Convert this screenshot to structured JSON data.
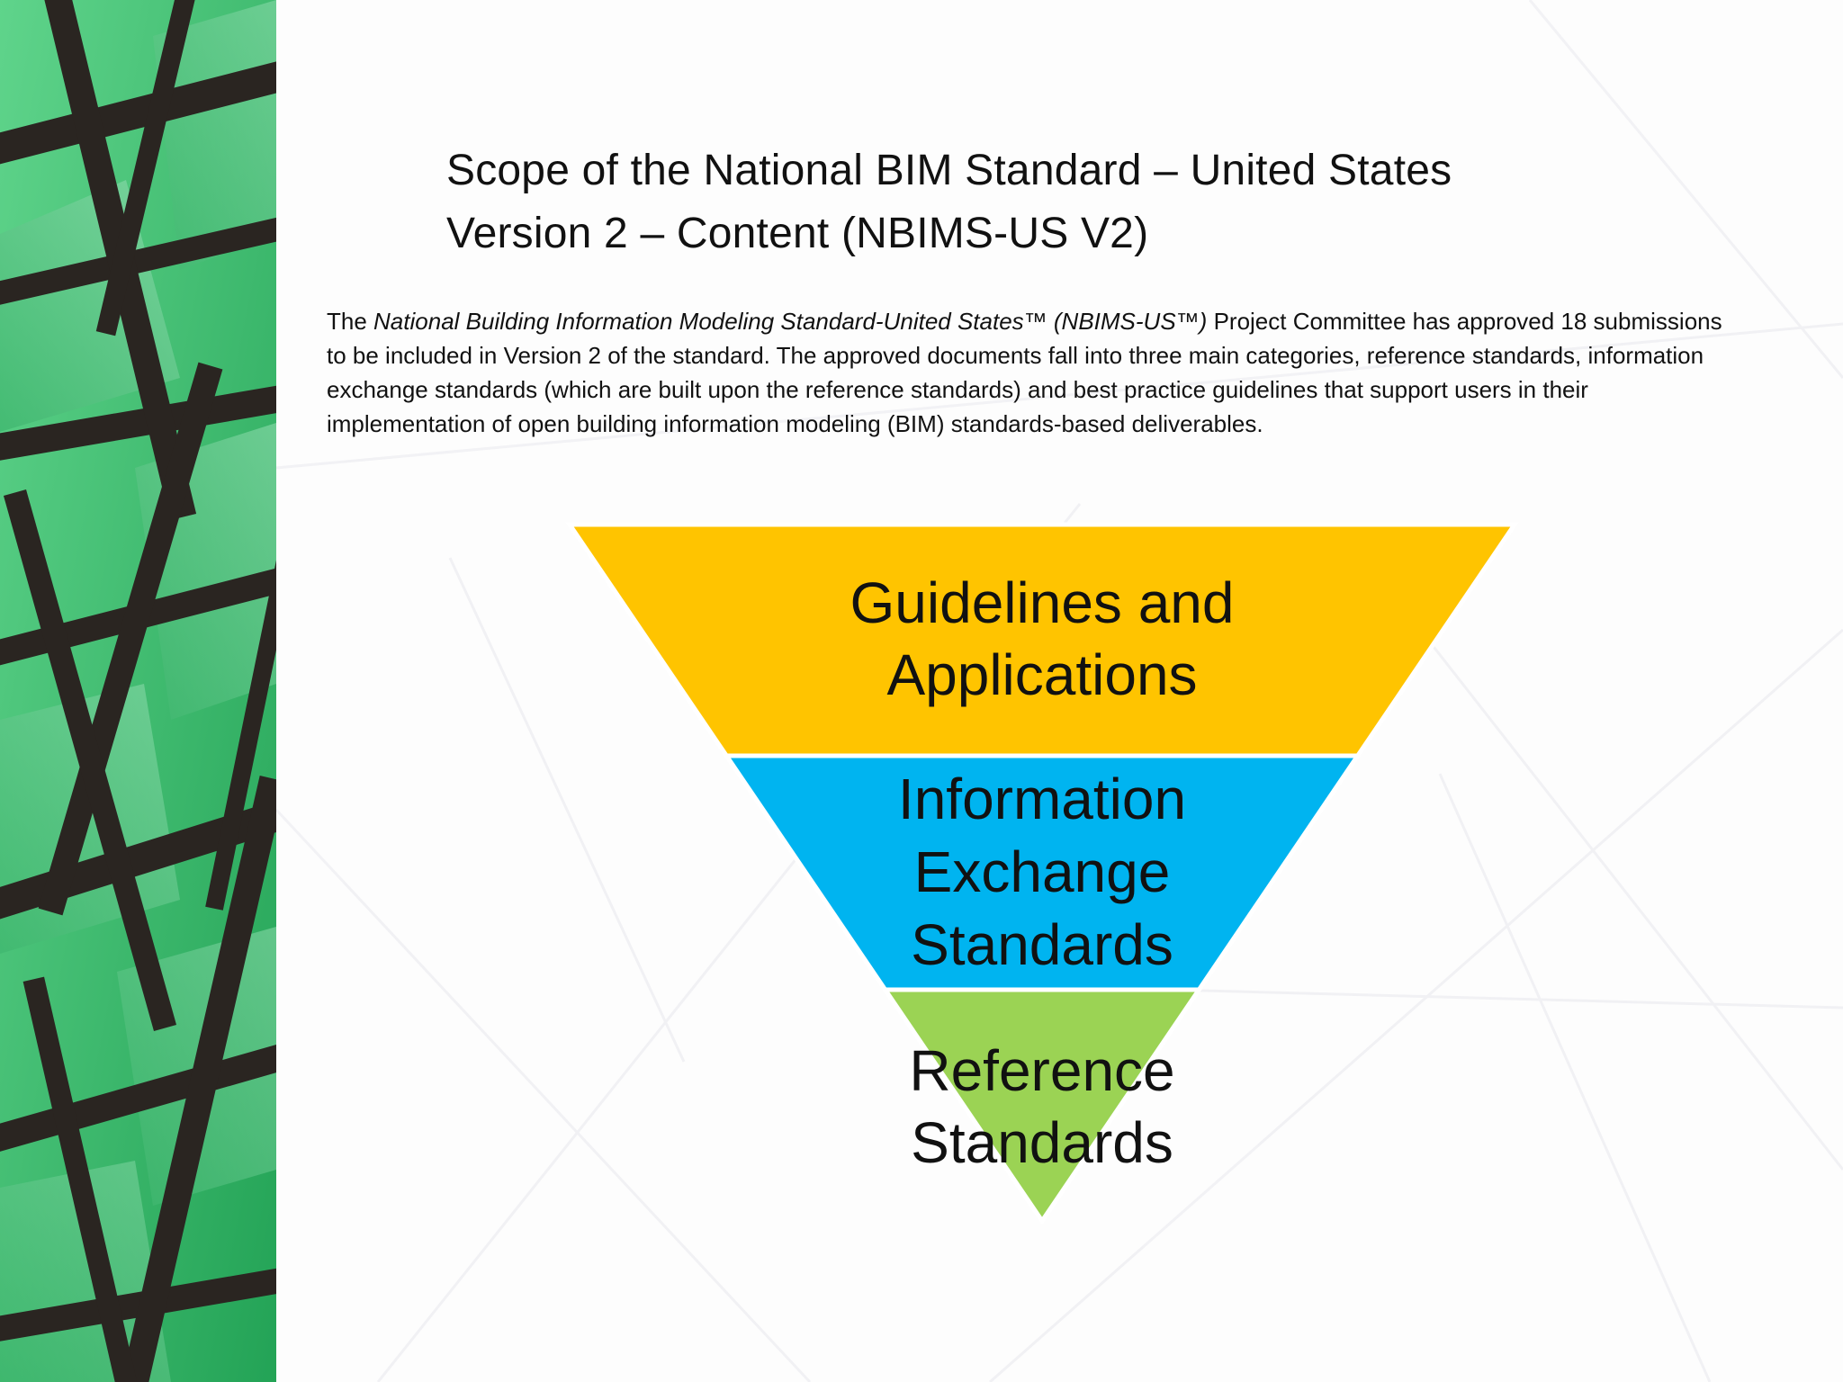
{
  "title": {
    "line1": "Scope of the National BIM Standard – United States",
    "line2": "Version 2 – Content (NBIMS-US V2)"
  },
  "intro": {
    "prefix": "The ",
    "italic": "National Building Information Modeling Standard-United States™ (NBIMS-US™)",
    "suffix": " Project Committee has approved 18 submissions to be included in Version 2 of the standard. The approved documents fall into three main categories, reference standards, information exchange standards (which are built upon the reference standards) and best practice guidelines that support users in their implementation of open building information modeling (BIM) standards-based deliverables."
  },
  "pyramid": {
    "tiers": [
      {
        "lines": [
          "Guidelines and",
          "Applications"
        ],
        "color": "#FFC400"
      },
      {
        "lines": [
          "Information",
          "Exchange",
          "Standards"
        ],
        "color": "#00B4F0"
      },
      {
        "lines": [
          "Reference",
          "Standards"
        ],
        "color": "#9BD354"
      }
    ]
  },
  "colors": {
    "side_panel_green": "#3EBD6E",
    "side_panel_beams": "#2A2521"
  }
}
